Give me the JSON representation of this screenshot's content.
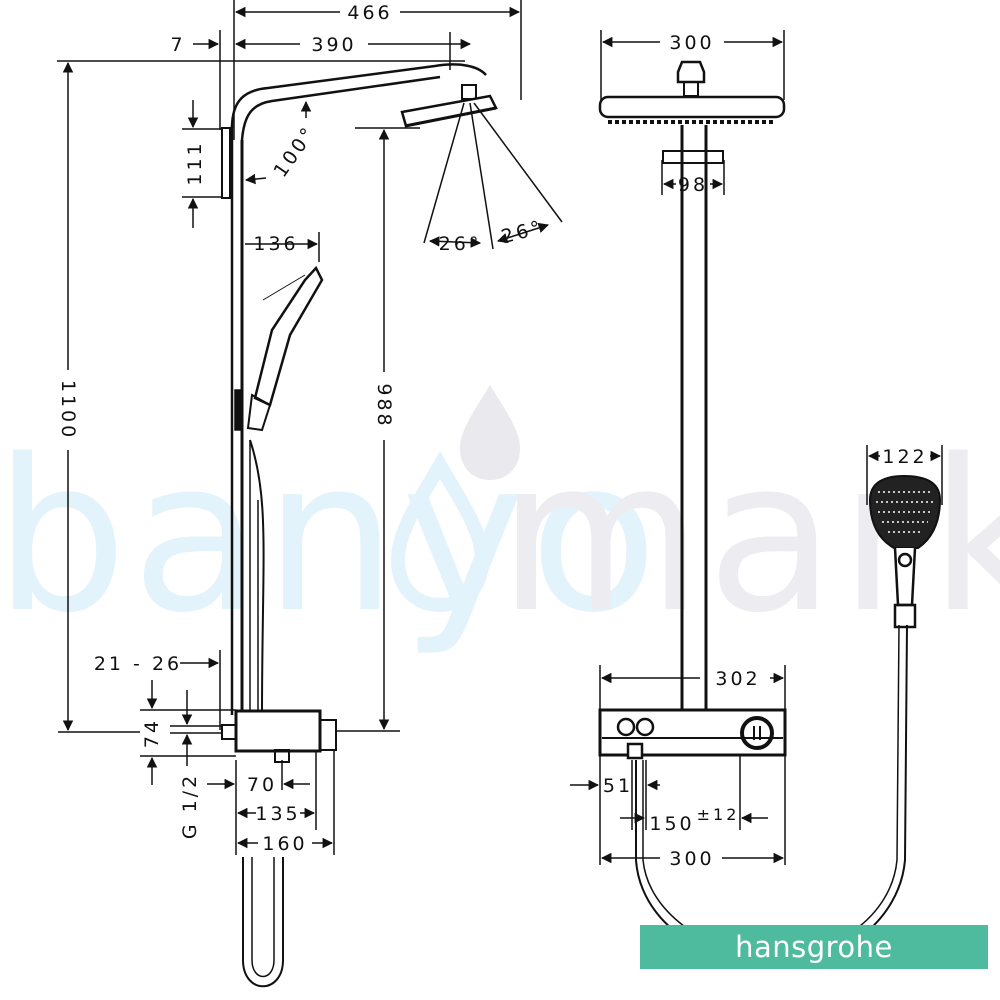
{
  "watermark": {
    "text_part1": "banyo",
    "text_part2": "marka",
    "colors": {
      "part1": "#e3f3fb",
      "part2": "#ececf1",
      "drop": "#e9e9ee"
    }
  },
  "brand": {
    "name": "hansgrohe",
    "color": "#4fbb9e"
  },
  "side_view": {
    "dims": {
      "overall_reach": "466",
      "arm_reach": "390",
      "wall_offset": "7",
      "bracket_height": "111",
      "arm_angle": "100°",
      "hand_shower_reach": "136",
      "total_height": "1100",
      "head_height": "988",
      "spray_angle_left": "26°",
      "spray_angle_right": "26°",
      "wall_distance": "21 - 26",
      "connection_height": "74",
      "thread": "G 1/2",
      "outlet_offset": "70",
      "thermostat_depth": "135",
      "thermostat_total_depth": "160"
    }
  },
  "front_view": {
    "dims": {
      "head_width": "300",
      "bracket_width": "98",
      "thermostat_width": "302",
      "outlet_offset": "51",
      "inlet_spacing": "150",
      "inlet_tolerance": "±12",
      "base_width": "300"
    }
  },
  "hand_shower": {
    "dims": {
      "head_width": "122"
    }
  }
}
